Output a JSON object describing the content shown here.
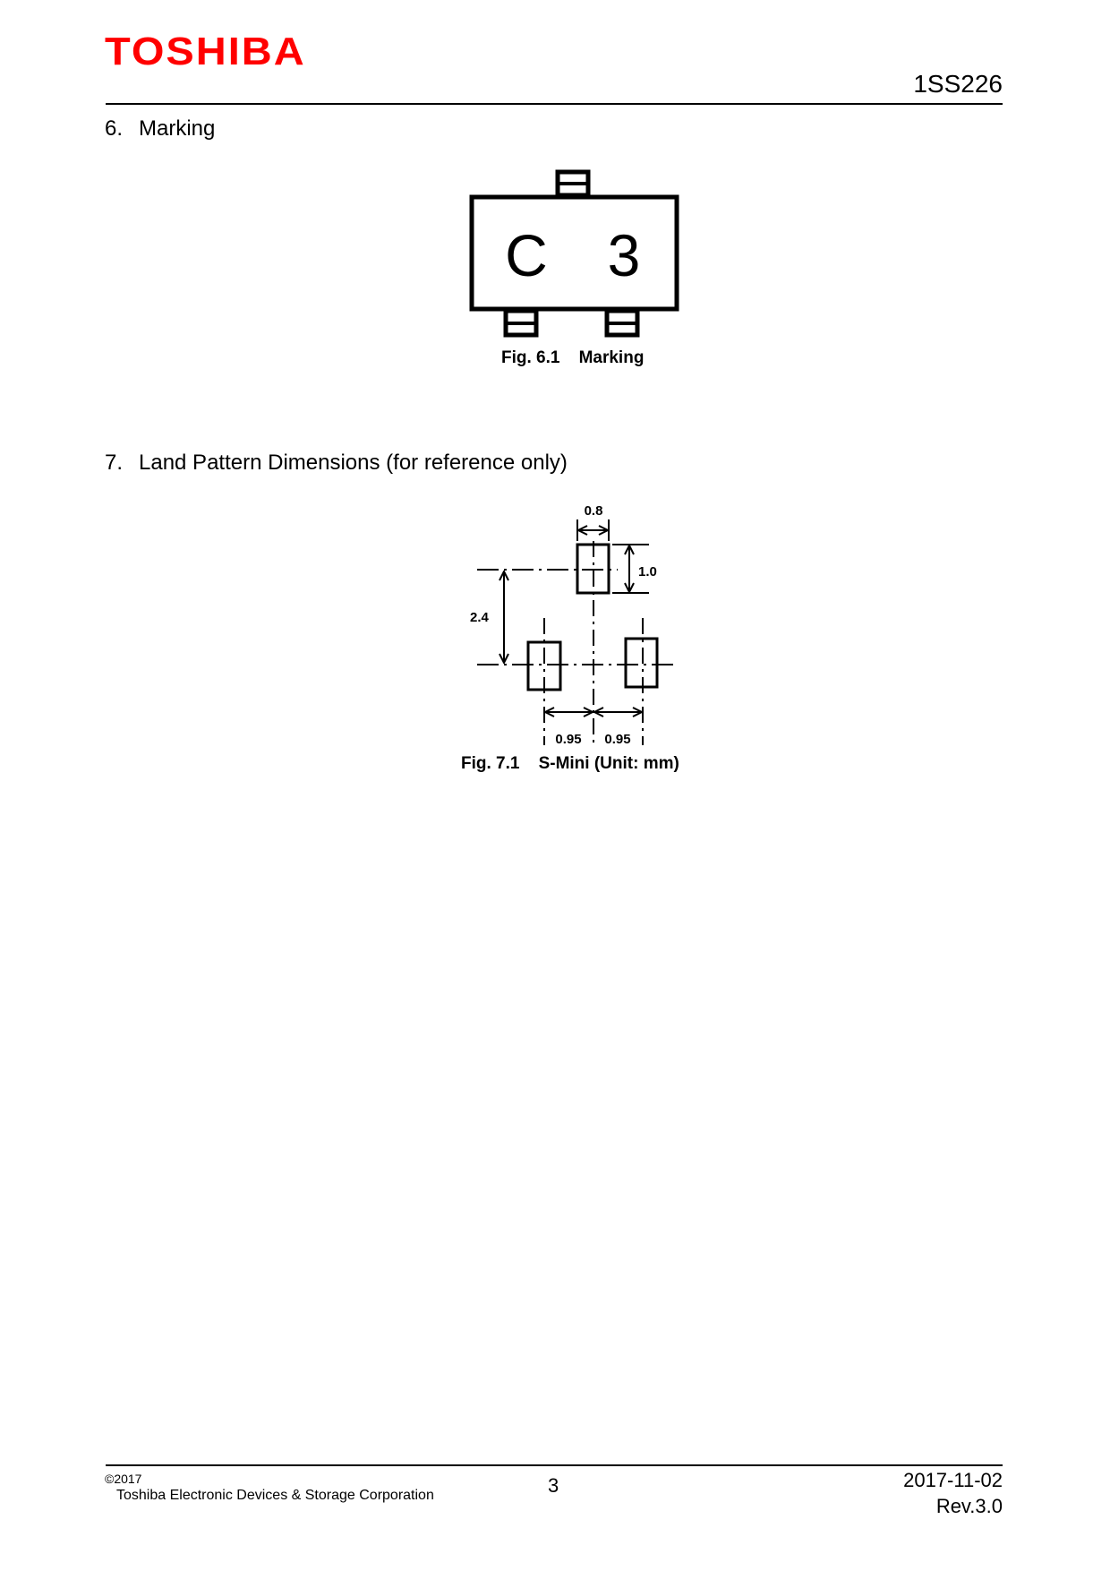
{
  "header": {
    "logo_text": "TOSHIBA",
    "logo_color": "#ff0000",
    "part_number": "1SS226"
  },
  "sections": [
    {
      "number": "6.",
      "title": "Marking",
      "figure": {
        "caption": "Fig. 6.1    Marking",
        "marking_chars": [
          "C",
          "3"
        ]
      }
    },
    {
      "number": "7.",
      "title": "Land Pattern Dimensions (for reference only)",
      "figure": {
        "caption": "Fig. 7.1    S-Mini (Unit: mm)",
        "dimensions": {
          "pad_width": "0.8",
          "pad_height": "1.0",
          "row_pitch": "2.4",
          "pitch_left": "0.95",
          "pitch_right": "0.95"
        }
      }
    }
  ],
  "footer": {
    "copyright": "©2017",
    "company": "Toshiba Electronic Devices & Storage Corporation",
    "page_number": "3",
    "date": "2017-11-02",
    "revision": "Rev.3.0"
  }
}
